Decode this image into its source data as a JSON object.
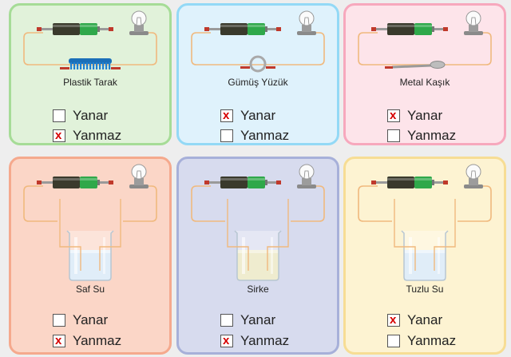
{
  "options": {
    "yes": "Yanar",
    "no": "Yanmaz"
  },
  "mark": "x",
  "cards": [
    {
      "label": "Plastik Tarak",
      "object": "comb",
      "selected": "no",
      "bg": "#e1f2da",
      "border": "#a6dc97"
    },
    {
      "label": "Gümüş Yüzük",
      "object": "ring",
      "selected": "yes",
      "bg": "#dff2fc",
      "border": "#93d9f6"
    },
    {
      "label": "Metal Kaşık",
      "object": "spoon",
      "selected": "yes",
      "bg": "#fde4ea",
      "border": "#f7a8bd"
    },
    {
      "label": "Saf Su",
      "object": "beaker-water",
      "selected": "no",
      "bg": "#fbd6c7",
      "border": "#f5a98d"
    },
    {
      "label": "Sirke",
      "object": "beaker-vinegar",
      "selected": "no",
      "bg": "#d7dbee",
      "border": "#a7b0d9"
    },
    {
      "label": "Tuzlu Su",
      "object": "beaker-water",
      "selected": "yes",
      "bg": "#fdf3d2",
      "border": "#f7dd94"
    }
  ]
}
